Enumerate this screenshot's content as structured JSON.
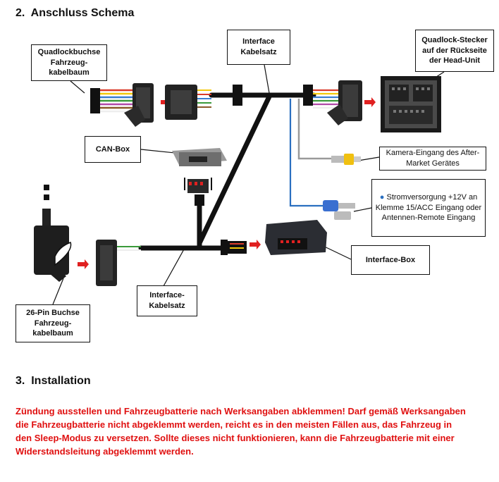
{
  "section2": {
    "number": "2.",
    "title": "Anschluss Schema"
  },
  "labels": {
    "quadlockbuchse": "Quadlockbuchse Fahrzeug-kabelbaum",
    "interface_kabelsatz_top": "Interface Kabelsatz",
    "quadlock_stecker": "Quadlock-Stecker auf der Rückseite der Head-Unit",
    "can_box": "CAN-Box",
    "kamera": "Kamera-Eingang des After-Market Gerätes",
    "strom": "Stromversorgung +12V an Klemme 15/ACC Eingang oder Antennen-Remote Eingang",
    "interface_box": "Interface-Box",
    "interface_kabelsatz_bottom": "Interface-Kabelsatz",
    "buchse26": "26-Pin Buchse Fahrzeug-kabelbaum"
  },
  "section3": {
    "number": "3.",
    "title": "Installation"
  },
  "warning": "Zündung ausstellen und Fahrzeugbatterie nach Werksangaben abklemmen! Darf gemäß Werksangaben die Fahrzeugbatterie nicht abgeklemmt werden, reicht es in den meisten Fällen aus, das Fahrzeug in den Sleep-Modus zu versetzen. Sollte dieses nicht funktionieren, kann die Fahrzeugbatterie mit einer Widerstandsleitung abgeklemmt werden.",
  "colors": {
    "warning": "#e01010",
    "arrow": "#e02020",
    "camera_wire": "#9a9a9a",
    "power_wire": "#2a6fc0"
  }
}
